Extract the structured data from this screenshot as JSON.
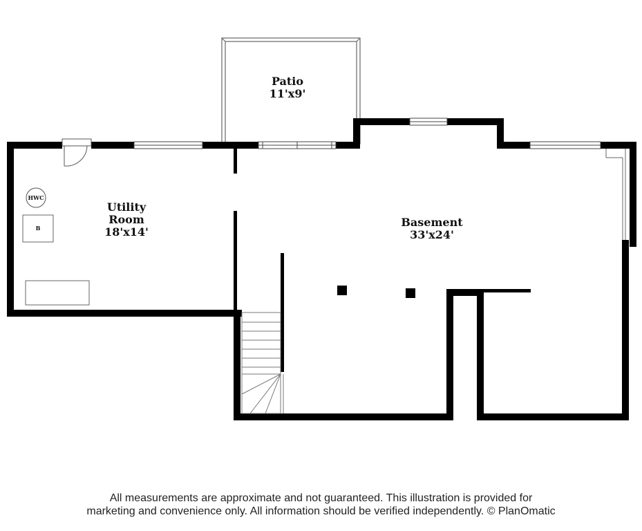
{
  "rooms": {
    "patio": {
      "name": "Patio",
      "dims": "11'x9'"
    },
    "utility": {
      "name_line1": "Utility",
      "name_line2": "Room",
      "dims": "18'x14'"
    },
    "basement": {
      "name": "Basement",
      "dims": "33'x24'"
    }
  },
  "fixtures": {
    "hot_water": "HWC",
    "boiler": "B"
  },
  "disclaimer": {
    "line1": "All measurements are approximate and not guaranteed. This illustration is provided for",
    "line2": "marketing and convenience only. All information should be verified independently. © PlanOmatic"
  },
  "colors": {
    "wall": "#000000",
    "thin_line": "#555555",
    "background": "#ffffff"
  }
}
